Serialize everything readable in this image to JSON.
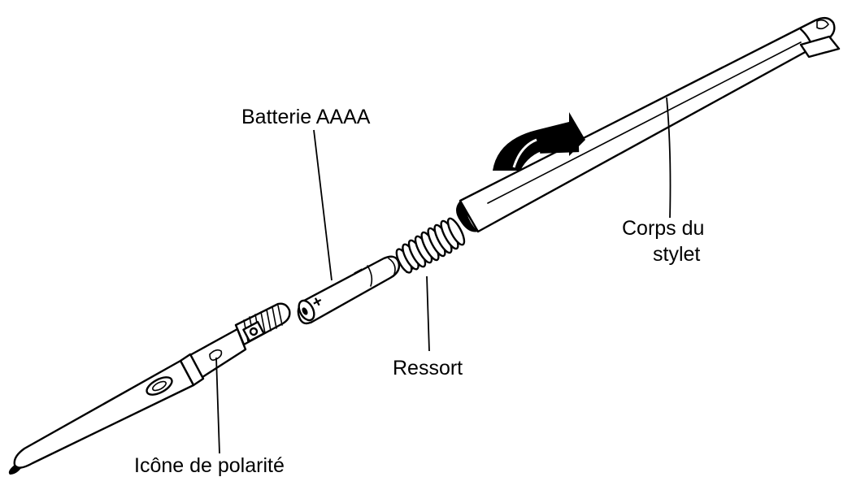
{
  "labels": {
    "battery": "Batterie AAAA",
    "pen_body": "Corps du stylet",
    "spring": "Ressort",
    "polarity_icon": "Icône de polarité"
  },
  "battery_marks": {
    "plus": "+",
    "minus": "–"
  },
  "colors": {
    "line": "#000000",
    "background": "#ffffff"
  }
}
